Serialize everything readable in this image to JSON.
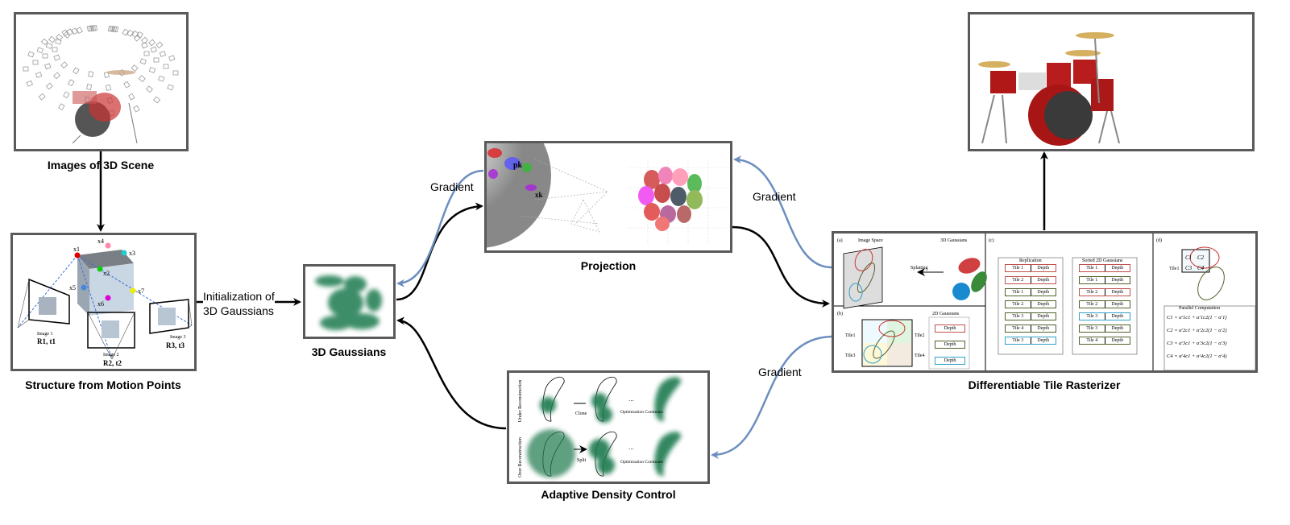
{
  "nodes": {
    "images": {
      "label": "Images of 3D Scene"
    },
    "sfm": {
      "label": "Structure from Motion Points",
      "points": [
        "x1",
        "x2",
        "x3",
        "x4",
        "x5",
        "x6",
        "x7"
      ],
      "image_labels": [
        "Image 1",
        "Image 2",
        "Image 3"
      ],
      "poses": [
        "R1, t1",
        "R2, t2",
        "R3, t3"
      ]
    },
    "gaussians": {
      "label": "3D Gaussians"
    },
    "projection": {
      "label": "Projection",
      "symbols": [
        "pk",
        "xk"
      ]
    },
    "adc": {
      "label": "Adaptive Density Control",
      "rows": [
        "Under Reconstruction",
        "Over Reconstruction"
      ],
      "ops": [
        "Clone",
        "Split"
      ],
      "continue": "Optimization Continues",
      "ellipsis": "..."
    },
    "rasterizer": {
      "label": "Differentiable Tile Rasterizer",
      "panel_a": {
        "tag": "(a)",
        "title": "Image Space",
        "right_title": "3D Gaussians",
        "op": "Splatting"
      },
      "panel_b": {
        "tag": "(b)",
        "tiles": [
          "Tile1",
          "Tile2",
          "Tile3",
          "Tile4"
        ],
        "legend_title": "2D Gaussians",
        "legend": [
          "Depth",
          "Depth",
          "Depth"
        ]
      },
      "panel_c": {
        "tag": "(c)",
        "replication_title": "Replication",
        "sorted_title": "Sorted 2D Gaussians",
        "replication": [
          [
            "Tile 1",
            "Depth",
            "#c0504d"
          ],
          [
            "Tile 2",
            "Depth",
            "#c0504d"
          ],
          [
            "Tile 1",
            "Depth",
            "#4f6228"
          ],
          [
            "Tile 2",
            "Depth",
            "#4f6228"
          ],
          [
            "Tile 3",
            "Depth",
            "#4f6228"
          ],
          [
            "Tile 4",
            "Depth",
            "#4f6228"
          ],
          [
            "Tile 3",
            "Depth",
            "#31a0c8"
          ]
        ],
        "sorted": [
          [
            "Tile 1",
            "Depth",
            "#c0504d"
          ],
          [
            "Tile 1",
            "Depth",
            "#4f6228"
          ],
          [
            "Tile 2",
            "Depth",
            "#c0504d"
          ],
          [
            "Tile 2",
            "Depth",
            "#4f6228"
          ],
          [
            "Tile 3",
            "Depth",
            "#31a0c8"
          ],
          [
            "Tile 3",
            "Depth",
            "#4f6228"
          ],
          [
            "Tile 4",
            "Depth",
            "#4f6228"
          ]
        ]
      },
      "panel_d": {
        "tag": "(d)",
        "tile": "Tile1",
        "cells": [
          "C1",
          "C2",
          "C3",
          "C4"
        ],
        "title": "Parallel Computation",
        "equations": [
          "C1 = α'1c1 + α'1c2(1 − α'1)",
          "C2 = α'2c1 + α'2c2(1 − α'2)",
          "C3 = α'3c1 + α'3c2(1 − α'3)",
          "C4 = α'4c1 + α'4c2(1 − α'4)"
        ]
      }
    },
    "render": {
      "label": ""
    }
  },
  "edges": {
    "init_label_1": "Initialization of",
    "init_label_2": "3D Gaussians",
    "gradient_1": "Gradient",
    "gradient_2": "Gradient",
    "gradient_3": "Gradient"
  },
  "colors": {
    "forward": "#000000",
    "gradient": "#6c8ebf",
    "border": "#5a5a5a",
    "gaussian": "#1e7a4f"
  }
}
